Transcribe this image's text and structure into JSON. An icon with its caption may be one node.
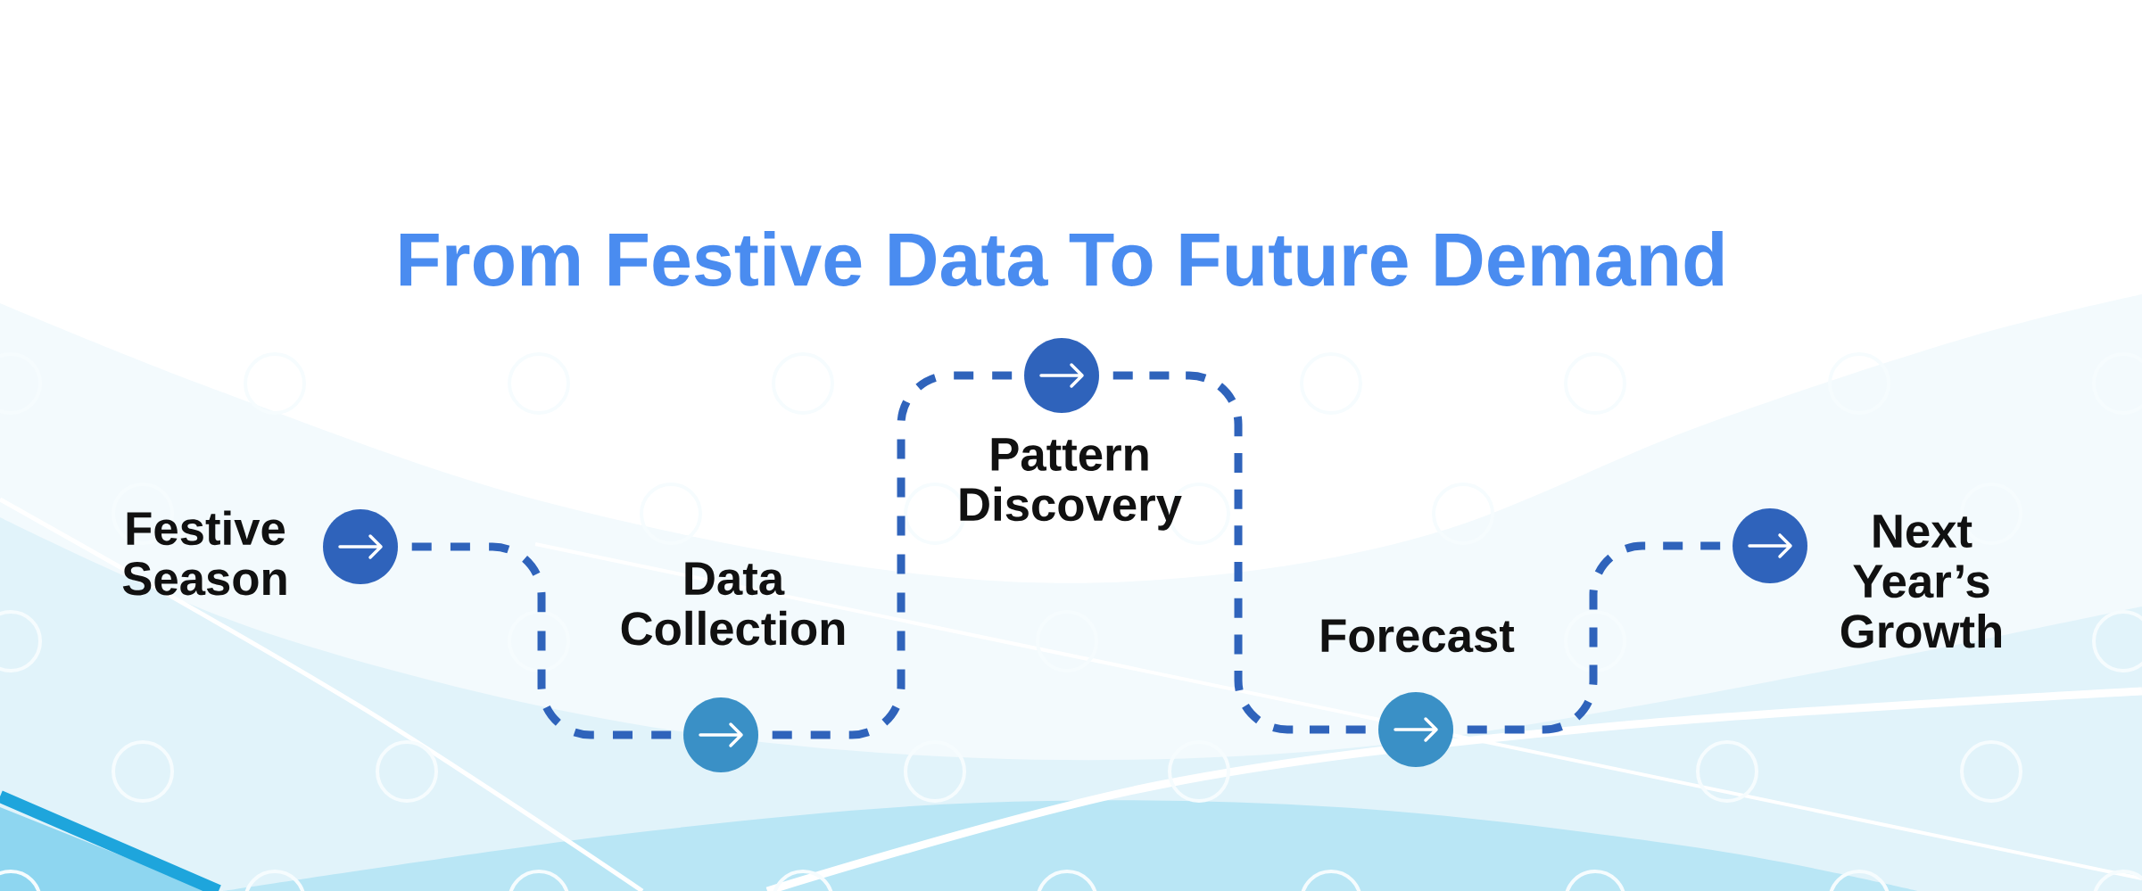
{
  "diagram": {
    "title": "From Festive Data To Future Demand",
    "nodes": [
      {
        "text": [],
        "shape": "circle",
        "beside": [
          "Festive Season"
        ]
      },
      {
        "text": [],
        "shape": "circle",
        "beside": [
          "Data Collection"
        ]
      },
      {
        "text": [],
        "shape": "circle",
        "beside": [
          "Pattern Discovery"
        ]
      },
      {
        "text": [],
        "shape": "circle",
        "beside": [
          "Forecast"
        ]
      },
      {
        "text": [],
        "shape": "circle",
        "beside": [
          "Next Year’s Growth"
        ]
      }
    ],
    "edges": [
      {
        "from": 0,
        "to": 1,
        "arrow": "none",
        "style": "dashed"
      },
      {
        "from": 1,
        "to": 2,
        "arrow": "none",
        "style": "dashed"
      },
      {
        "from": 2,
        "to": 3,
        "arrow": "none",
        "style": "dashed"
      },
      {
        "from": 3,
        "to": 4,
        "arrow": "none",
        "style": "dashed"
      }
    ]
  }
}
